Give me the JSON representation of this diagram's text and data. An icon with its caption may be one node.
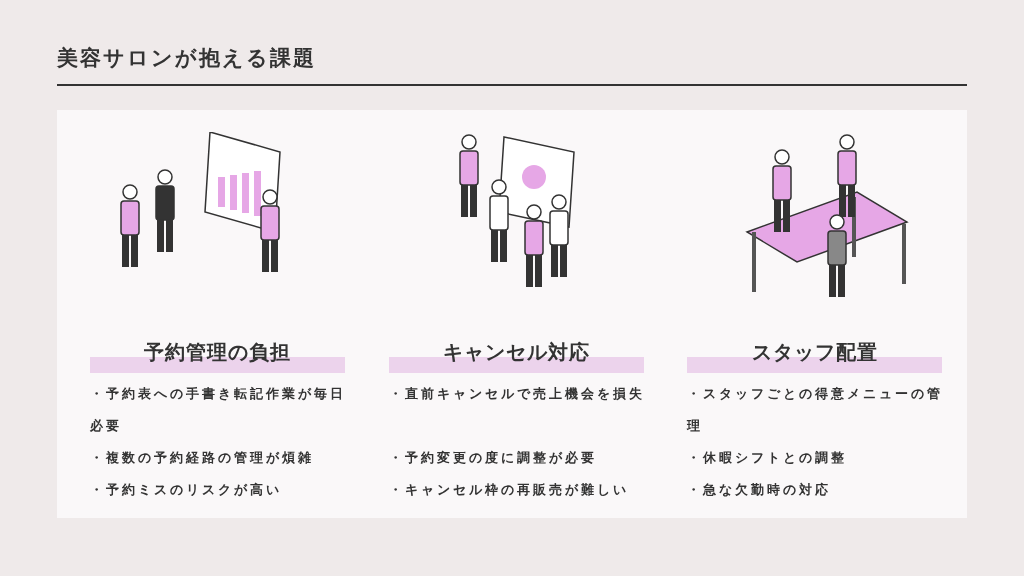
{
  "diagram": {
    "title": "美容サロンが抱える課題",
    "nodes": [
      {
        "text": [
          "予約管理の負担"
        ]
      },
      {
        "text": [
          "キャンセル対応"
        ]
      },
      {
        "text": [
          "スタッフ配置"
        ]
      }
    ],
    "labels": [
      "・予約表への手書き転記作業が毎日必要",
      "・複数の予約経路の管理が煩雑",
      "・予約ミスのリスクが高い",
      "・直前キャンセルで売上機会を損失",
      "・予約変更の度に調整が必要",
      "・キャンセル枠の再販売が難しい",
      "・スタッフごとの得意メニューの管理",
      "・休暇シフトとの調整",
      "・急な欠勤時の対応"
    ]
  }
}
